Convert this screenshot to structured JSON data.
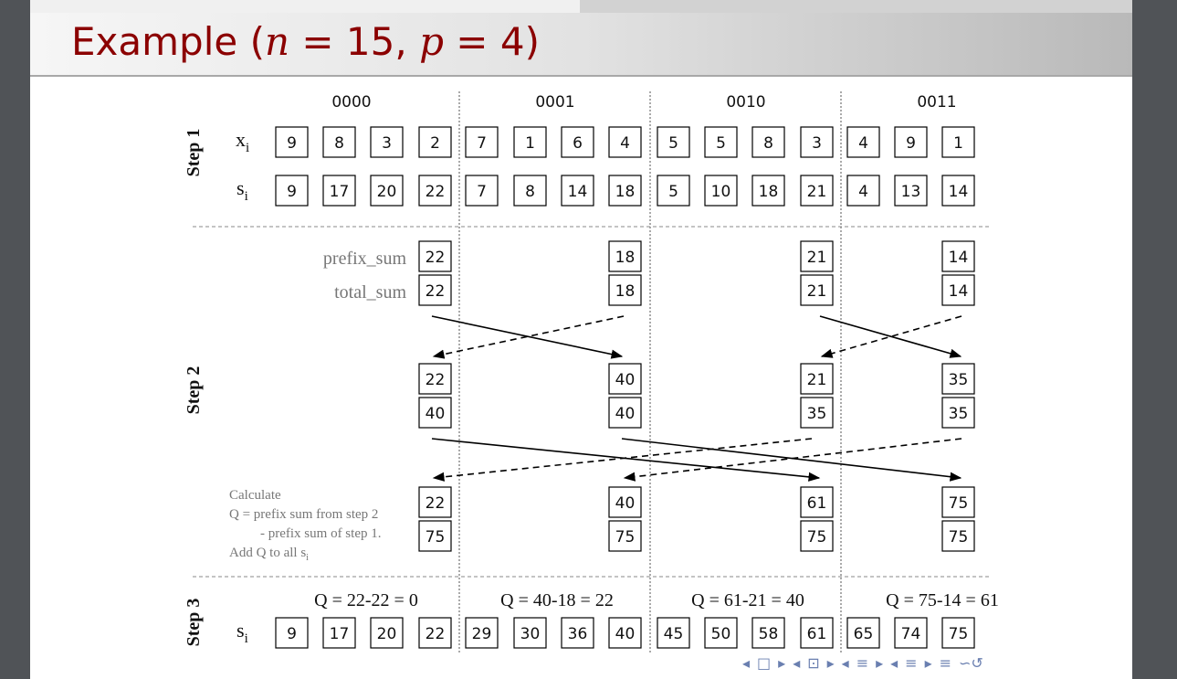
{
  "slide": {
    "title_text": "Example (",
    "title_n": "n",
    "title_eq1": " = 15, ",
    "title_p": "p",
    "title_eq2": " = 4)"
  },
  "diagram": {
    "process_ids": [
      "0000",
      "0001",
      "0010",
      "0011"
    ],
    "steps": {
      "step1": "Step 1",
      "step2": "Step 2",
      "step3": "Step 3"
    },
    "row_labels": {
      "x": "x",
      "x_sub": "i",
      "s": "s",
      "s_sub": "i"
    },
    "x_values": [
      [
        9,
        8,
        3,
        2
      ],
      [
        7,
        1,
        6,
        4
      ],
      [
        5,
        5,
        8,
        3
      ],
      [
        4,
        9,
        1
      ]
    ],
    "s_values": [
      [
        9,
        17,
        20,
        22
      ],
      [
        7,
        8,
        14,
        18
      ],
      [
        5,
        10,
        18,
        21
      ],
      [
        4,
        13,
        14
      ]
    ],
    "prefix_sum_label": "prefix_sum",
    "total_sum_label": "total_sum",
    "round0": {
      "prefix": [
        22,
        18,
        21,
        14
      ],
      "total": [
        22,
        18,
        21,
        14
      ]
    },
    "round1": {
      "prefix": [
        22,
        40,
        21,
        35
      ],
      "total": [
        40,
        40,
        35,
        35
      ]
    },
    "round2": {
      "prefix": [
        22,
        40,
        61,
        75
      ],
      "total": [
        75,
        75,
        75,
        75
      ]
    },
    "note_lines": [
      "Calculate",
      "Q = prefix sum from step 2",
      "- prefix sum of step 1.",
      "Add Q to all s"
    ],
    "note_sub": "i",
    "q_labels": [
      "Q = 22-22 = 0",
      "Q = 40-18 = 22",
      "Q = 61-21 = 40",
      "Q = 75-14 = 61"
    ],
    "final_values": [
      [
        9,
        17,
        20,
        22
      ],
      [
        29,
        30,
        36,
        40
      ],
      [
        45,
        50,
        58,
        61
      ],
      [
        65,
        74,
        75
      ]
    ]
  },
  "navigation": {
    "icons": [
      "nav-prev-slide-icon",
      "nav-frame-icon",
      "nav-next-slide-icon",
      "nav-prev-section-icon",
      "nav-subsection-icon",
      "nav-next-section-icon",
      "nav-align-icon",
      "nav-search-icon"
    ],
    "glyphs": [
      "◂",
      "□",
      "▸",
      "◂",
      "⊡",
      "▸",
      "◂",
      "≡",
      "▸",
      "◂",
      "≡",
      "▸",
      "≡",
      "∽↺"
    ]
  }
}
